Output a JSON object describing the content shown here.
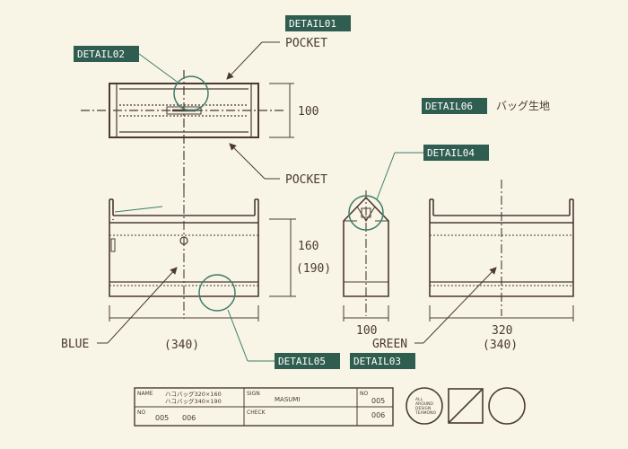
{
  "colors": {
    "background": "#f8f4e6",
    "line": "#4b3a33",
    "label_bg": "#2f5d4f",
    "label_text": "#ffffff",
    "circle": "#3f7d6b"
  },
  "callouts": {
    "detail01": "DETAIL01",
    "detail02": "DETAIL02",
    "detail03": "DETAIL03",
    "detail04": "DETAIL04",
    "detail05": "DETAIL05",
    "detail06": "DETAIL06"
  },
  "fabric_note": "バッグ生地",
  "labels": {
    "pocket_top": "POCKET",
    "pocket_bottom": "POCKET",
    "blue": "BLUE",
    "green": "GREEN"
  },
  "dimensions": {
    "top_view_depth": "100",
    "front_height": "160",
    "front_height_alt": "(190)",
    "front_width_alt": "(340)",
    "side_width": "100",
    "back_width": "320",
    "back_width_alt": "(340)"
  },
  "title_block": {
    "name_header": "NAME",
    "name_line1": "ハコバッグ320×160",
    "name_line2": "ハコバッグ340×190",
    "sign_header": "SIGN",
    "sign_value": "MASUMI",
    "no_header_right": "NO",
    "no_right_1": "005",
    "no_right_2": "006",
    "no_header_left": "NO",
    "no_left_1": "005",
    "no_left_2": "006",
    "check_header": "CHECK"
  },
  "logo": {
    "line1": "ALL",
    "line2": "AROUND",
    "line3": "DESIGN",
    "line4": "TEAMONO"
  }
}
